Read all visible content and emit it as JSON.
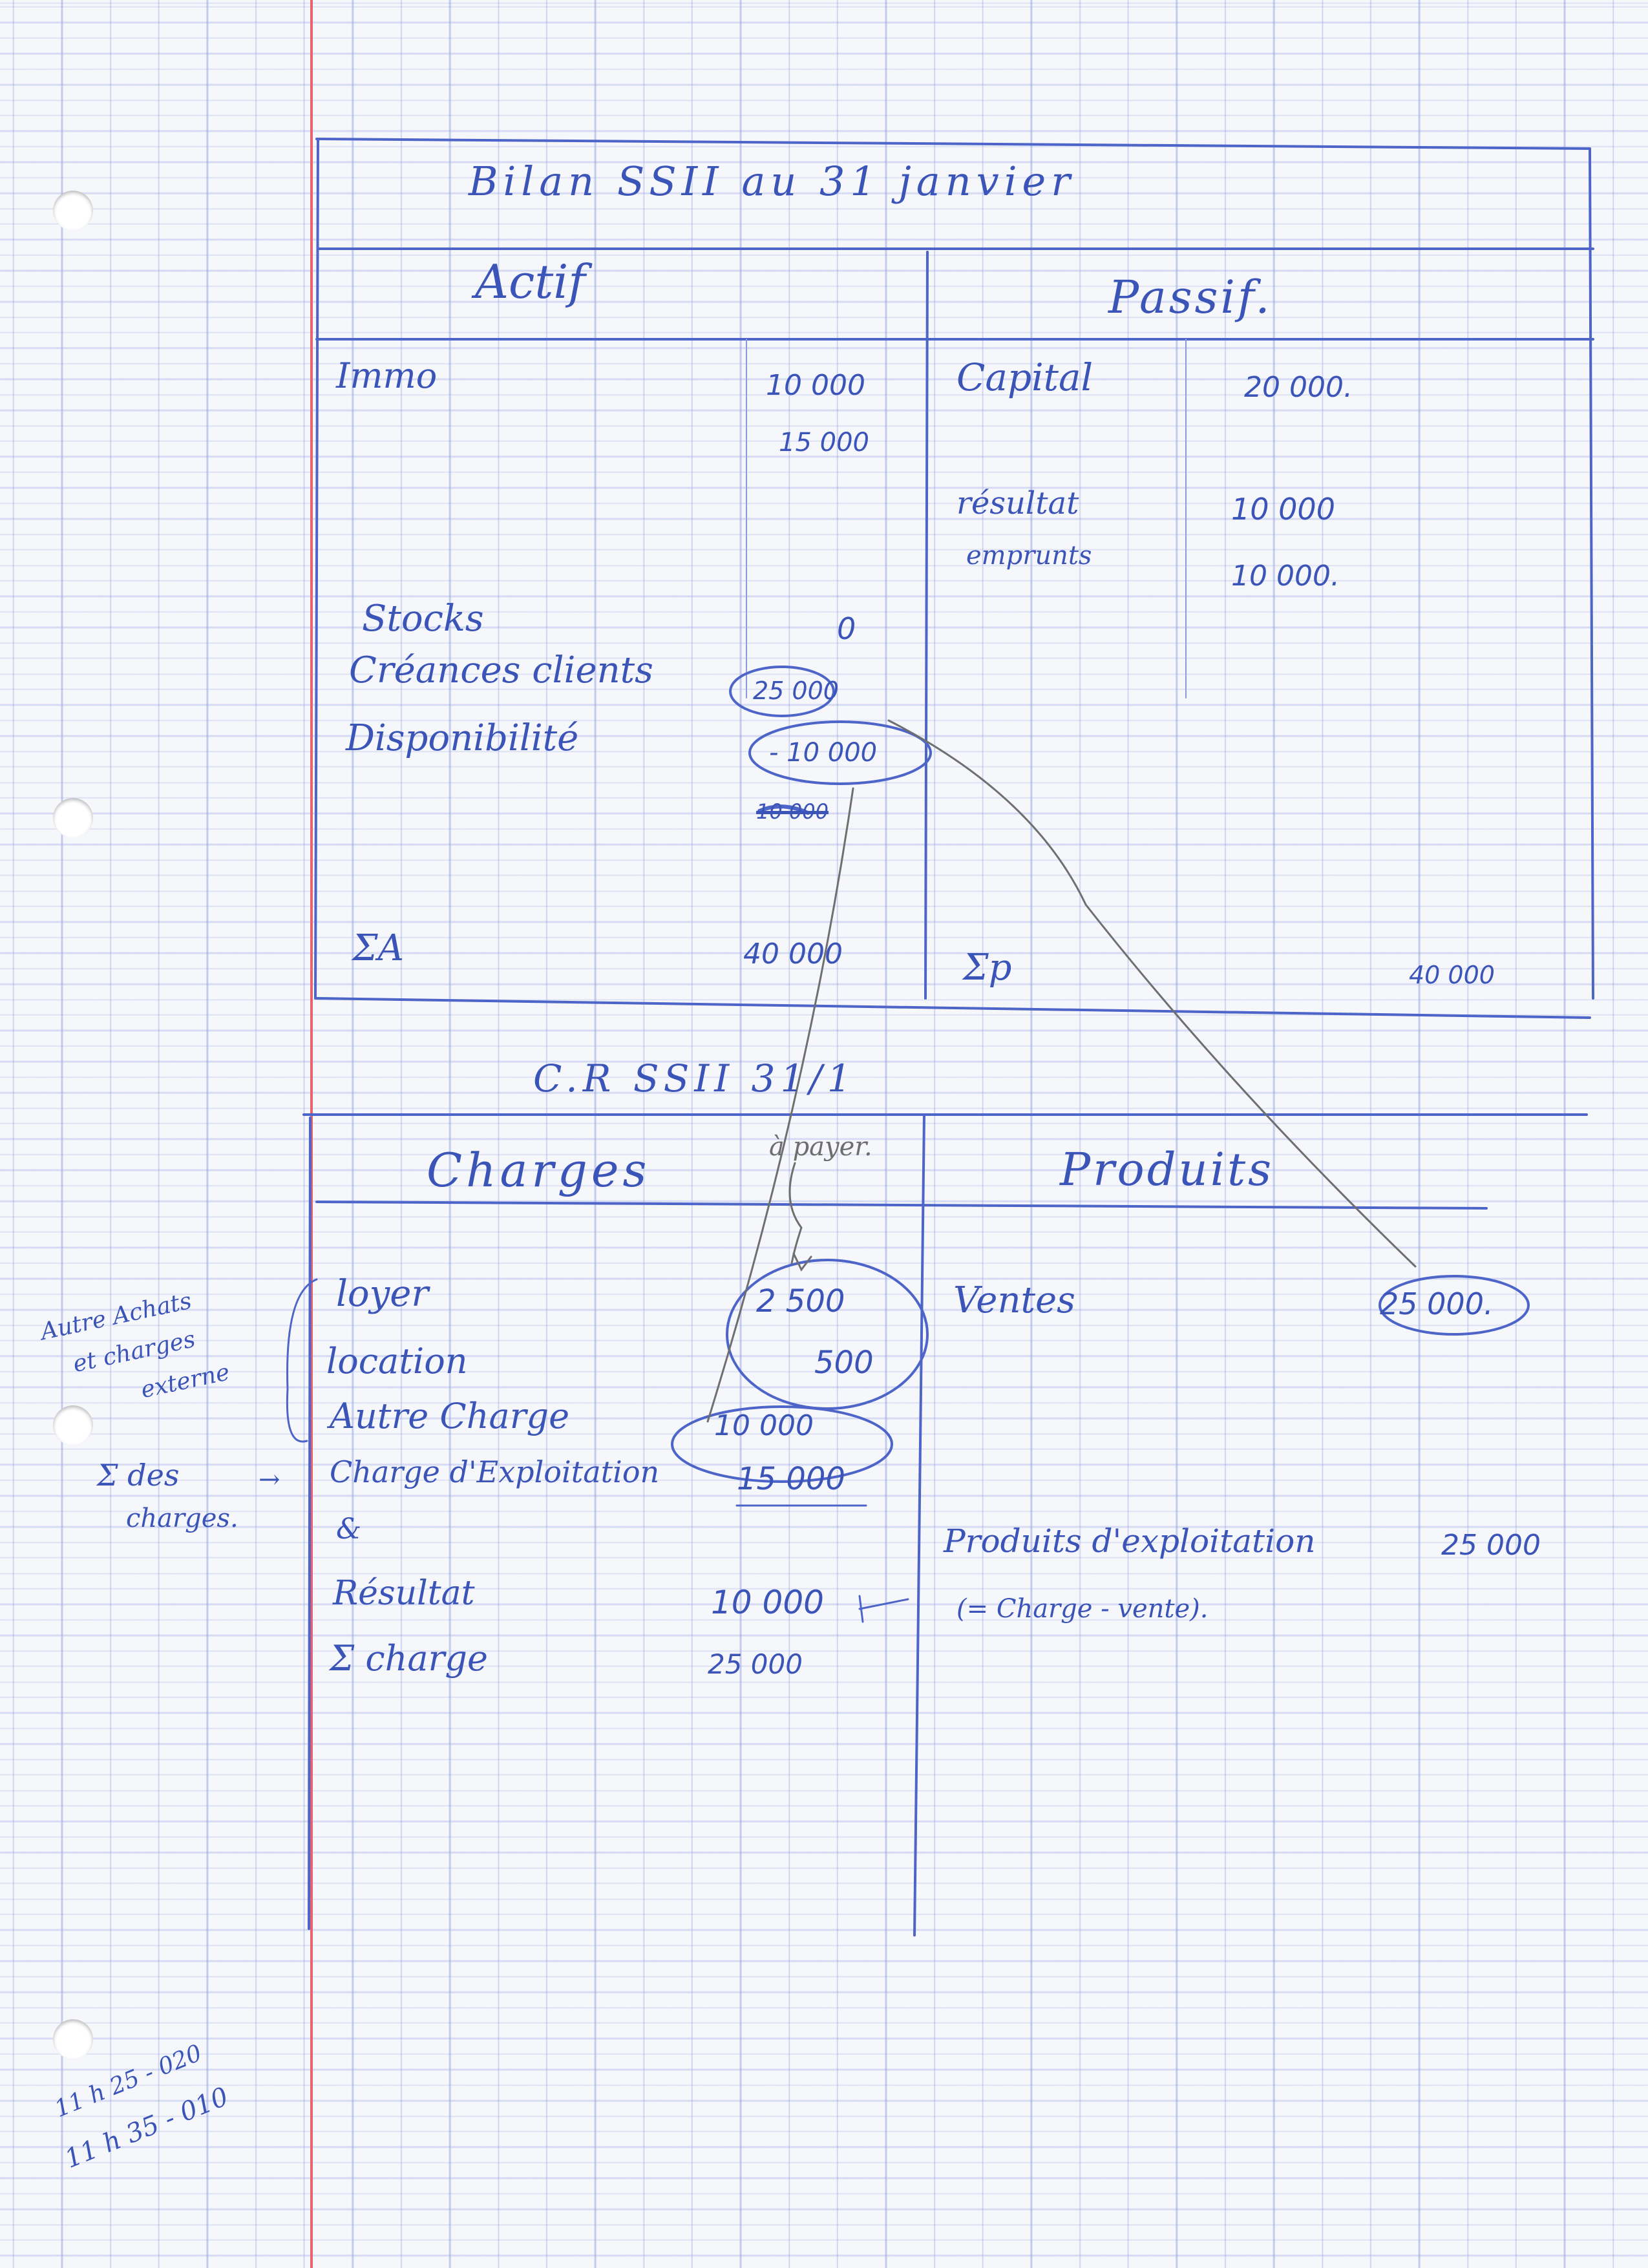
{
  "bilan": {
    "title": "Bilan SSII au 31 janvier",
    "actif_header": "Actif",
    "passif_header": "Passif.",
    "actif": [
      {
        "label": "Immo",
        "value": "10 000"
      },
      {
        "label": "",
        "value": "15 000"
      },
      {
        "label": "Stocks",
        "value": "0"
      },
      {
        "label": "Créances clients",
        "value": "25 000"
      },
      {
        "label": "Disponibilité",
        "value": "- 10 000"
      }
    ],
    "passif": [
      {
        "label": "Capital",
        "value": "20 000."
      },
      {
        "label": "résultat",
        "value": "10 000"
      },
      {
        "label": "emprunts",
        "value": "10 000."
      }
    ],
    "crossed_value": "10 000",
    "total_actif_label": "ΣA",
    "total_actif_value": "40 000",
    "total_passif_label": "Σp",
    "total_passif_value": "40 000"
  },
  "cr": {
    "title": "C.R SSII 31/1",
    "charges_header": "Charges",
    "a_payer_note": "à payer.",
    "produits_header": "Produits",
    "charges": [
      {
        "label": "loyer",
        "value": "2 500"
      },
      {
        "label": "location",
        "value": "500"
      },
      {
        "label": "Autre Charge",
        "value": "10 000"
      },
      {
        "label": "Charge d'Exploitation",
        "value": "15 000"
      }
    ],
    "ampersand": "&",
    "resultat_label": "Résultat",
    "resultat_value": "10 000",
    "resultat_note": "(= Charge - vente).",
    "total_charge_label": "Σ charge",
    "total_charge_value": "25 000",
    "ventes_label": "Ventes",
    "ventes_value": "25 000.",
    "produits_exploitation_label": "Produits d'exploitation",
    "produits_exploitation_value": "25 000"
  },
  "margin_notes": {
    "autre_achats_line1": "Autre Achats",
    "autre_achats_line2": "et charges",
    "autre_achats_line3": "externe",
    "sum_line1": "Σ des",
    "sum_line2": "charges.",
    "arrow": "→",
    "time1": "11 h 25 - 020",
    "time2": "11 h 35 - 010"
  },
  "colors": {
    "ink": "#3b54b8",
    "pencil": "#6e6e6e",
    "margin": "#e8636e"
  }
}
